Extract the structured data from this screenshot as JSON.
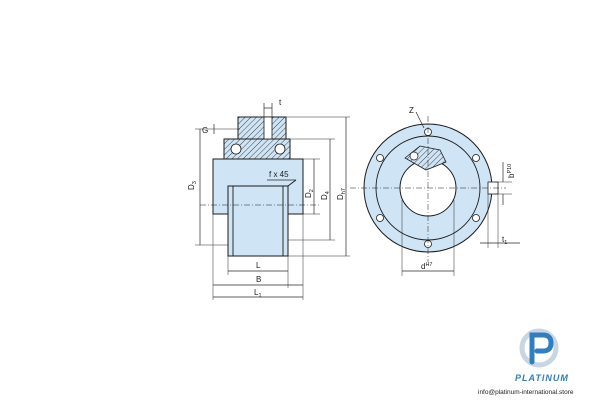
{
  "labels": {
    "t": "t",
    "G": "G",
    "D3": "D",
    "D3_sub": "3",
    "f45": "f x 45",
    "D2": "D",
    "D2_sub": "2",
    "D4": "D",
    "D4_sub": "4",
    "Dh7": "D",
    "Dh7_sub": "h7",
    "L": "L",
    "B": "B",
    "L1": "L",
    "L1_sub": "1",
    "Z": "Z",
    "bP10": "b",
    "bP10_sup": "P10",
    "dH7": "d",
    "dH7_sup": "H7",
    "t1": "t",
    "t1_sub": "1"
  },
  "watermark": {
    "brand": "PLATINUM",
    "website": "info@platinum-international.store"
  },
  "colors": {
    "part_fill": "#cfe4f5",
    "outline": "#1b1b1b",
    "brand": "#2f7fc0"
  }
}
